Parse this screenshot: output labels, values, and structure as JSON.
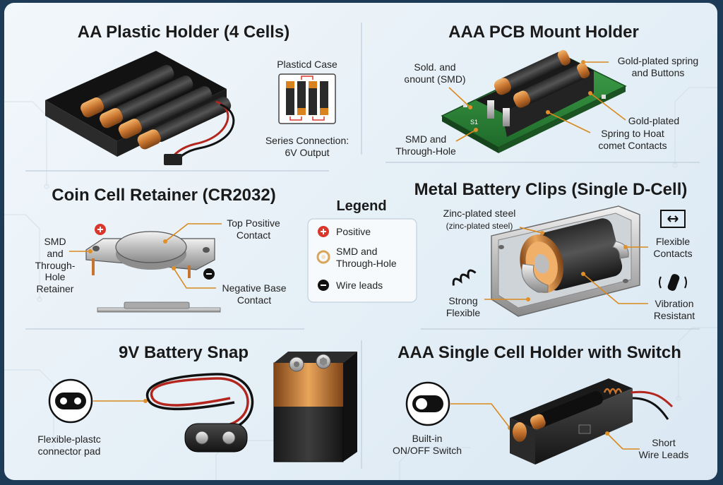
{
  "sections": {
    "aa_holder": {
      "title": "AA Plastic Holder (4 Cells)",
      "case_label": "Plasticd Case",
      "series_line1": "Series Connection:",
      "series_line2": "6V Output"
    },
    "aaa_pcb": {
      "title": "AAA PCB Mount Holder",
      "solder_line1": "Sold. and",
      "solder_line2": "ɢnount (SMD)",
      "gold_spring_line1": "Gold-plated spring",
      "gold_spring_line2": "and Buttons",
      "smd_line1": "SMD and",
      "smd_line2": "Through-Hole",
      "gold_plated_line1": "Gold-plated",
      "gold_plated_line2": "Spring to Hoat",
      "gold_plated_line3": "comet Contacts",
      "board_text": "S1"
    },
    "coin_cell": {
      "title": "Coin Cell Retainer (CR2032)",
      "retainer_line1": "SMD",
      "retainer_line2": "and",
      "retainer_line3": "Through-",
      "retainer_line4": "Hole",
      "retainer_line5": "Retainer",
      "top_line1": "Top Positive",
      "top_line2": "Contact",
      "neg_line1": "Negative Base",
      "neg_line2": "Contact"
    },
    "legend": {
      "title": "Legend",
      "positive": "Positive",
      "smd_line1": "SMD and",
      "smd_line2": "Through-Hole",
      "wire": "Wire leads"
    },
    "metal_clips": {
      "title": "Metal Battery Clips (Single D-Cell)",
      "zinc_line1": "Zinc-plated steel",
      "zinc_line2": "(zinc-plated steel)",
      "flex_line1": "Flexible",
      "flex_line2": "Contacts",
      "strong_line1": "Strong",
      "strong_line2": "Flexible",
      "vib_line1": "Vibration",
      "vib_line2": "Resistant"
    },
    "snap_9v": {
      "title": "9V Battery Snap",
      "pad_line1": "Flexible-plastc",
      "pad_line2": "connector pad"
    },
    "aaa_switch": {
      "title": "AAA Single Cell Holder with Switch",
      "switch_line1": "Built-in",
      "switch_line2": "ON/OFF Switch",
      "wire_line1": "Short",
      "wire_line2": "Wire Leads"
    }
  },
  "icons": {
    "plus": "plus-icon",
    "minus": "minus-icon",
    "ring": "ring-contact-icon",
    "toggle": "toggle-switch-icon",
    "spring": "spring-icon",
    "vibration": "vibration-icon",
    "flexible_contact": "flexible-contact-icon",
    "connector_pad": "connector-pad-icon"
  },
  "colors": {
    "accent_orange": "#e0902a",
    "copper": "#c8742f",
    "positive_red": "#d9372b",
    "pcb_green": "#2f8a3a",
    "battery_black": "#1c1c1c"
  }
}
